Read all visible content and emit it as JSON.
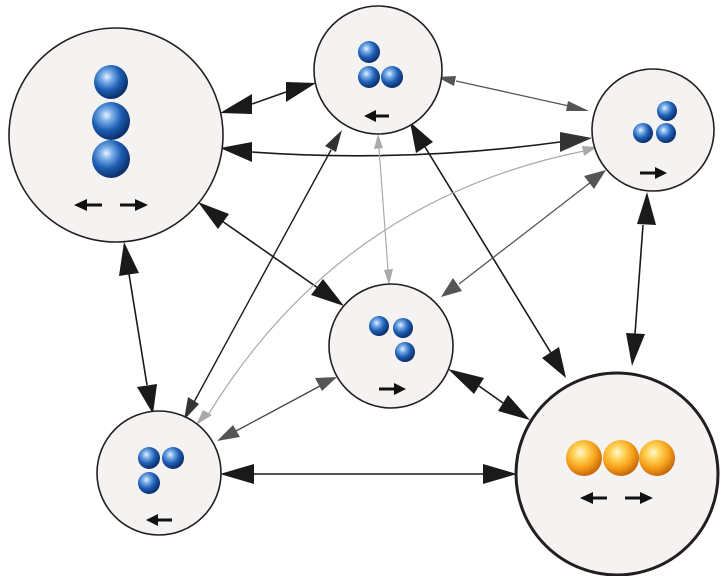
{
  "diagram": {
    "colors": {
      "background": "#ffffff",
      "node_fill": "#f4f3f2",
      "node_stroke": "#231f20",
      "highlight_stroke": "#f0862a",
      "blue_particle": "#1f5fb5",
      "orange_particle": "#f6a21b",
      "edge_dark": "#1a1a1a",
      "edge_mid": "#555555",
      "edge_light": "#a9a9a9"
    },
    "nodes": [
      {
        "id": "vertical-three",
        "particles": "blue",
        "formation": "vertical-line",
        "direction_arrows": [
          "left",
          "right"
        ],
        "highlighted": false
      },
      {
        "id": "triangle-top",
        "particles": "blue",
        "formation": "triangle",
        "direction_arrows": [
          "left"
        ],
        "highlighted": false
      },
      {
        "id": "triangle-right",
        "particles": "blue",
        "formation": "triangle",
        "direction_arrows": [
          "right"
        ],
        "highlighted": false
      },
      {
        "id": "bent-center",
        "particles": "blue",
        "formation": "bent",
        "direction_arrows": [
          "right"
        ],
        "highlighted": false
      },
      {
        "id": "triangle-bottom-left",
        "particles": "blue",
        "formation": "triangle",
        "direction_arrows": [
          "left"
        ],
        "highlighted": false
      },
      {
        "id": "horizontal-three",
        "particles": "orange",
        "formation": "horizontal-line",
        "direction_arrows": [
          "left",
          "right"
        ],
        "highlighted": true
      }
    ],
    "edges": [
      {
        "from": "vertical-three",
        "to": "triangle-top",
        "shade": "dark"
      },
      {
        "from": "vertical-three",
        "to": "triangle-right",
        "shade": "dark"
      },
      {
        "from": "vertical-three",
        "to": "bent-center",
        "shade": "dark"
      },
      {
        "from": "vertical-three",
        "to": "triangle-bottom-left",
        "shade": "dark"
      },
      {
        "from": "triangle-top",
        "to": "triangle-right",
        "shade": "mid"
      },
      {
        "from": "triangle-top",
        "to": "bent-center",
        "shade": "light"
      },
      {
        "from": "triangle-top",
        "to": "triangle-bottom-left",
        "shade": "dark"
      },
      {
        "from": "triangle-top",
        "to": "horizontal-three",
        "shade": "dark"
      },
      {
        "from": "triangle-right",
        "to": "bent-center",
        "shade": "mid"
      },
      {
        "from": "triangle-right",
        "to": "triangle-bottom-left",
        "shade": "light"
      },
      {
        "from": "triangle-right",
        "to": "horizontal-three",
        "shade": "dark"
      },
      {
        "from": "bent-center",
        "to": "triangle-bottom-left",
        "shade": "mid"
      },
      {
        "from": "bent-center",
        "to": "horizontal-three",
        "shade": "dark"
      },
      {
        "from": "triangle-bottom-left",
        "to": "horizontal-three",
        "shade": "dark"
      }
    ]
  }
}
